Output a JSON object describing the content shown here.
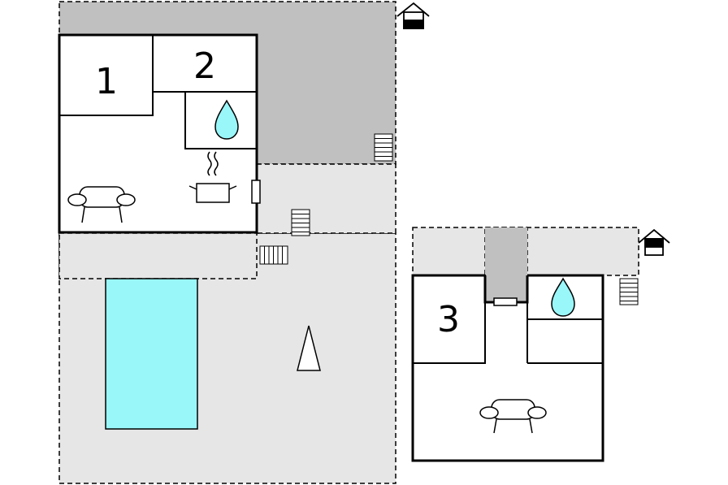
{
  "plan": {
    "rooms": [
      {
        "id": "bedroom-1",
        "label": "1"
      },
      {
        "id": "bedroom-2",
        "label": "2"
      },
      {
        "id": "bedroom-3",
        "label": "3"
      }
    ],
    "icons": {
      "water": "water-drop-icon",
      "kitchen": "cooking-pot-icon",
      "living": "sofa-icon",
      "parking": "carport-icon",
      "stairs": "stairs-icon",
      "tree": "tree-icon"
    },
    "colors": {
      "background": "#ffffff",
      "terrace": "#e6e6e6",
      "covered": "#c0c0c0",
      "pool": "#99f6f9",
      "water": "#99f6f9",
      "wall": "#000000"
    }
  }
}
